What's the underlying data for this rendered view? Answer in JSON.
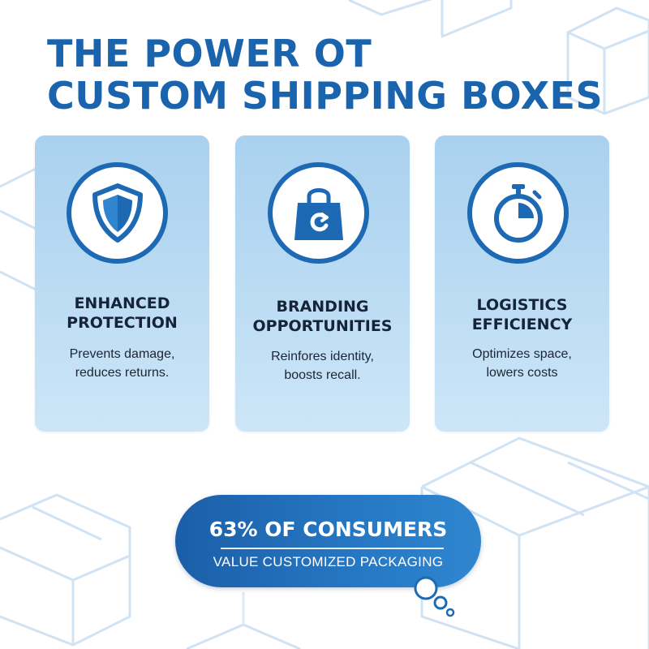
{
  "header": {
    "title_line1": "THE POWER OT",
    "title_line2": "CUSTOM SHIPPING BOXES"
  },
  "cards": [
    {
      "icon": "shield-icon",
      "heading_line1": "ENHANCED",
      "heading_line2": "PROTECTION",
      "text_line1": "Prevents damage,",
      "text_line2": "reduces returns."
    },
    {
      "icon": "shopping-bag-icon",
      "heading_line1": "BRANDING",
      "heading_line2": "OPPORTUNITIES",
      "text_line1": "Reinfores identity,",
      "text_line2": "boosts recall."
    },
    {
      "icon": "stopwatch-icon",
      "heading_line1": "LOGISTICS",
      "heading_line2": "EFFICIENCY",
      "text_line1": "Optimizes space,",
      "text_line2": "lowers costs"
    }
  ],
  "stat": {
    "headline": "63% OF CONSUMERS",
    "subtext": "VALUE CUSTOMIZED PACKAGING"
  },
  "colors": {
    "primary_blue": "#1a63ad",
    "card_blue": "#b8daf2",
    "pill_blue": "#2273bd",
    "background": "#ffffff"
  }
}
